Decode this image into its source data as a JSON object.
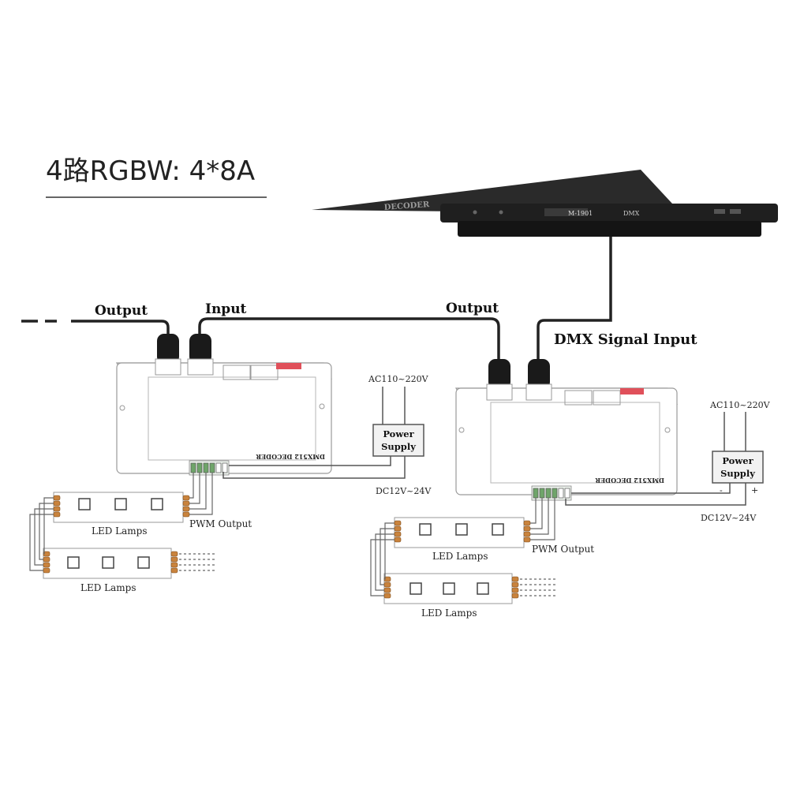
{
  "title": "4路RGBW: 4*8A",
  "controller": {
    "screen_text": "M-1901",
    "dmx_text": "DMX",
    "decoder_text": "DECODER"
  },
  "labels": {
    "output_left": "Output",
    "input_left": "Input",
    "output_right": "Output",
    "dmx_signal_input": "DMX Signal Input"
  },
  "decoder_left": {
    "body_label": "DMX512 DECODER",
    "pwm_output": "PWM Output",
    "ac_label": "AC110~220V",
    "power_supply_line1": "Power",
    "power_supply_line2": "Supply",
    "dc_label": "DC12V~24V",
    "lamp_label_1": "LED Lamps",
    "lamp_label_2": "LED Lamps"
  },
  "decoder_right": {
    "body_label": "DMX512 DECODER",
    "pwm_output": "PWM Output",
    "ac_label": "AC110~220V",
    "power_supply_line1": "Power",
    "power_supply_line2": "Supply",
    "minus": "-",
    "plus": "+",
    "dc_label": "DC12V~24V",
    "lamp_label_1": "LED Lamps",
    "lamp_label_2": "LED Lamps"
  },
  "colors": {
    "cable": "#222222",
    "connector": "#1a1a1a",
    "controller_body": "#1f1f1f",
    "red_indicator": "#e0505a",
    "terminal_green": "#6fa56a",
    "lamp_terminal": "#c9833d"
  }
}
